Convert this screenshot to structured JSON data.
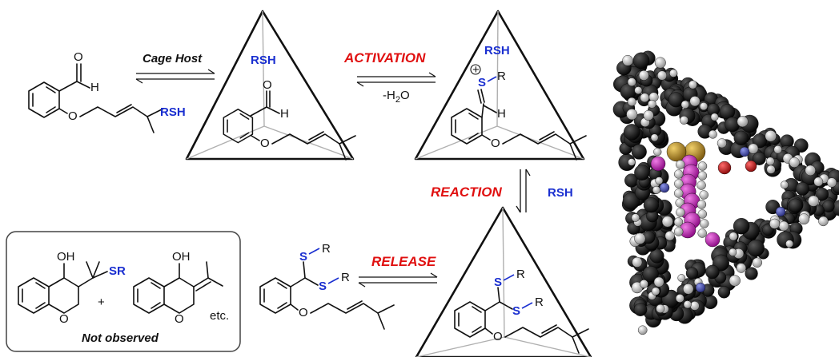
{
  "labels": {
    "cage_host": "Cage Host",
    "rsh": "RSH",
    "activation": "ACTIVATION",
    "h2o_prefix": "-H",
    "h2o_sub": "2",
    "h2o_suffix": "O",
    "reaction": "REACTION",
    "release": "RELEASE",
    "not_observed": "Not observed",
    "etc": "etc.",
    "plus": "+",
    "charge": "+"
  },
  "atoms": {
    "O": "O",
    "H": "H",
    "S": "S",
    "R": "R",
    "OH": "OH",
    "SR": "SR"
  },
  "colors": {
    "blue": "#1a2fd0",
    "red": "#e01010",
    "cage_dark": "#111111",
    "cage_gray": "#8a8a8a",
    "cage_white": "#e8e8e8",
    "guest_magenta": "#c21bb8",
    "sulfur_gold": "#b9902a",
    "oxygen_red": "#cc1b1b",
    "nitrogen_blue": "#4a52b5"
  }
}
